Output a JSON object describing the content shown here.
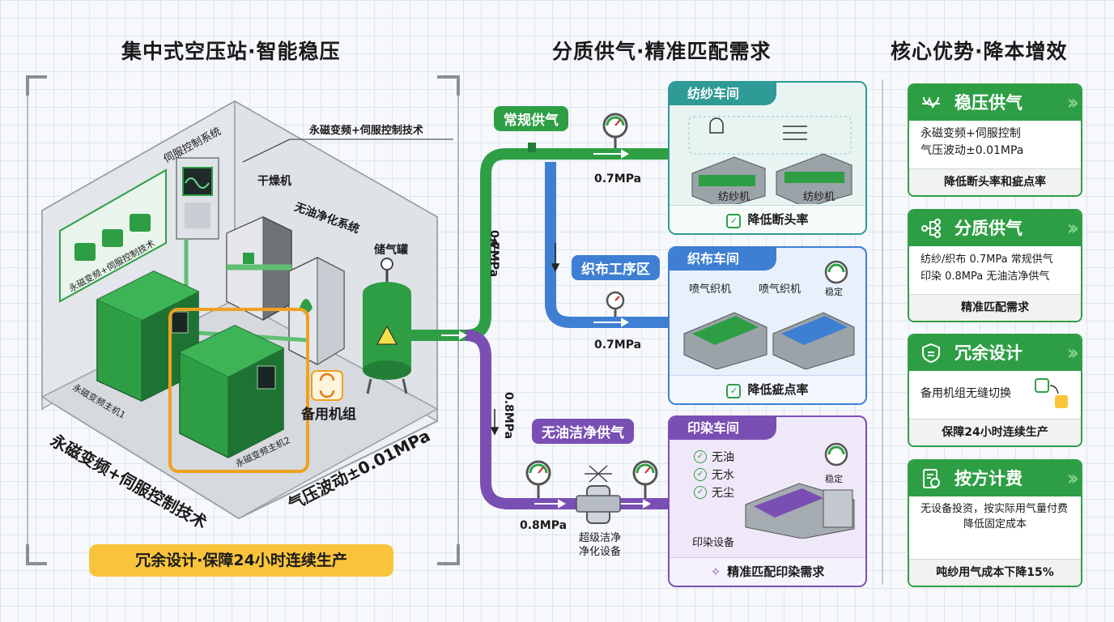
{
  "headers": {
    "left": "集中式空压站·智能稳压",
    "middle": "分质供气·精准匹配需求",
    "right": "核心优势·降本增效"
  },
  "station": {
    "top_callout": "永磁变频+伺服控制技术",
    "control_system": "伺服控制系统",
    "control_panel_text": "永磁变频+伺服控制技术",
    "dryer": "干燥机",
    "purifier": "无油净化系统",
    "tank": "储气罐",
    "main_unit_1": "永磁变频主机1",
    "main_unit_2": "永磁变频主机2",
    "backup": "备用机组",
    "tech_label": "永磁变频+伺服控制技术",
    "fluctuation": "气压波动±0.01MPa",
    "banner": "冗余设计·保障24小时连续生产"
  },
  "pipes": {
    "regular_tag": "常规供气",
    "weaving_tag": "织布工序区",
    "oilfree_tag": "无油洁净供气",
    "vertical_green": "0.7MPa",
    "vertical_purple": "0.8MPa",
    "spinning_pressure": "0.7MPa",
    "weaving_pressure": "0.7MPa",
    "printing_pressure": "0.8MPa",
    "purifier_device": "超级洁净\n净化设备"
  },
  "workshops": {
    "spinning": {
      "title": "纺纱车间",
      "machine1": "纺纱机",
      "machine2": "纺纱机",
      "result": "降低断头率"
    },
    "weaving": {
      "title": "织布车间",
      "machine1": "喷气织机",
      "machine2": "喷气织机",
      "gauge": "稳定",
      "result": "降低疵点率"
    },
    "printing": {
      "title": "印染车间",
      "checks": [
        "无油",
        "无水",
        "无尘"
      ],
      "gauge": "稳定",
      "equipment": "印染设备",
      "result": "精准匹配印染需求"
    }
  },
  "advantages": [
    {
      "title": "稳压供气",
      "icon": "heartbeat-icon",
      "body": [
        "永磁变频+伺服控制",
        "气压波动±0.01MPa"
      ],
      "footer": "降低断头率和疵点率"
    },
    {
      "title": "分质供气",
      "icon": "branch-icon",
      "body": [
        "纺纱/织布 0.7MPa 常规供气",
        "印染 0.8MPa 无油洁净供气"
      ],
      "footer": "精准匹配需求"
    },
    {
      "title": "冗余设计",
      "icon": "shield-icon",
      "body": [
        "备用机组无缝切换"
      ],
      "footer": "保障24小时连续生产"
    },
    {
      "title": "按方计费",
      "icon": "bill-icon",
      "body": [
        "无设备投资，按实际用气量付费",
        "降低固定成本"
      ],
      "footer": "吨纱用气成本下降15%"
    }
  ],
  "colors": {
    "green": "#2e9e45",
    "blue": "#3f7fd3",
    "purple": "#7a4fb3",
    "orange": "#f0a020",
    "teal": "#2f9b96"
  }
}
